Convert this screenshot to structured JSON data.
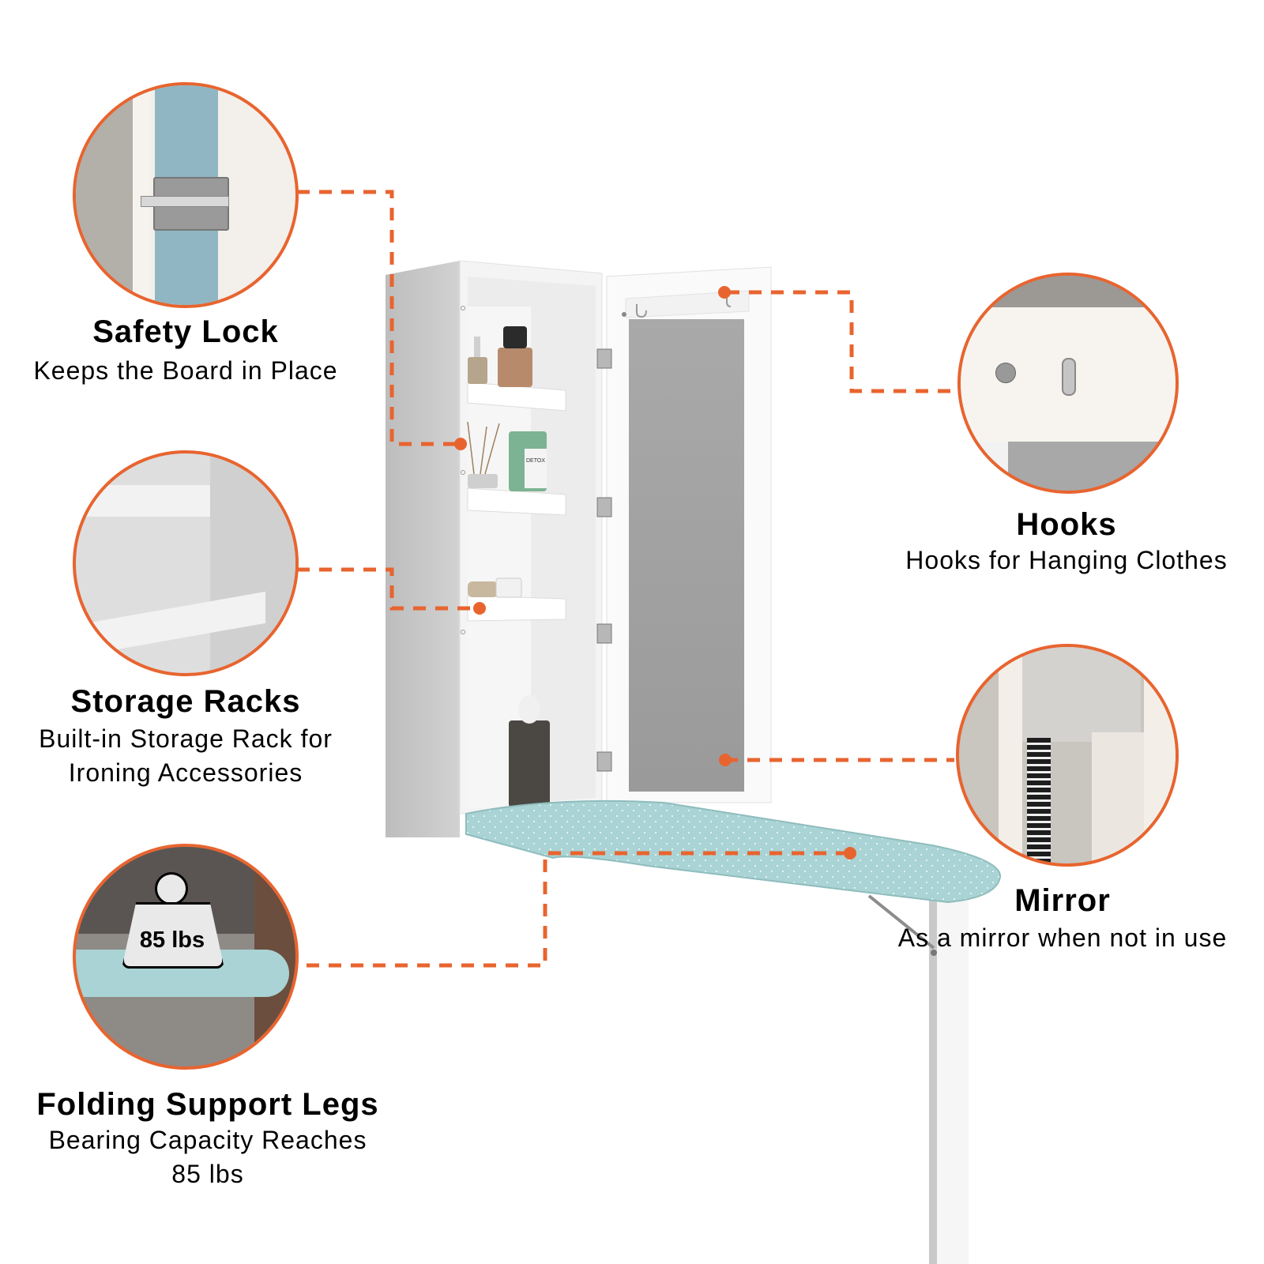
{
  "accent_color": "#e8642f",
  "product": {
    "name": "wall-mounted ironing board cabinet with mirror door",
    "board_fabric_color": "#a9d3d4",
    "mirror_color": "#a6a6a6"
  },
  "callouts": [
    {
      "id": "safety-lock",
      "title": "Safety Lock",
      "description_lines": [
        "Keeps the Board in Place"
      ],
      "icon": "latch-lock-icon"
    },
    {
      "id": "storage-racks",
      "title": "Storage Racks",
      "description_lines": [
        "Built-in Storage Rack for",
        "Ironing Accessories"
      ],
      "icon": "shelf-icon"
    },
    {
      "id": "folding-legs",
      "title": "Folding Support Legs",
      "description_lines": [
        "Bearing Capacity Reaches",
        "85 lbs"
      ],
      "icon": "weight-icon"
    },
    {
      "id": "hooks",
      "title": "Hooks",
      "description_lines": [
        "Hooks for Hanging Clothes"
      ],
      "icon": "hook-icon"
    },
    {
      "id": "mirror",
      "title": "Mirror",
      "description_lines": [
        "As a mirror when not in use"
      ],
      "icon": "mirror-icon"
    }
  ],
  "weight_badge": {
    "label": "85 lbs"
  },
  "shelf_items": {
    "jar_label": "DETOX"
  }
}
